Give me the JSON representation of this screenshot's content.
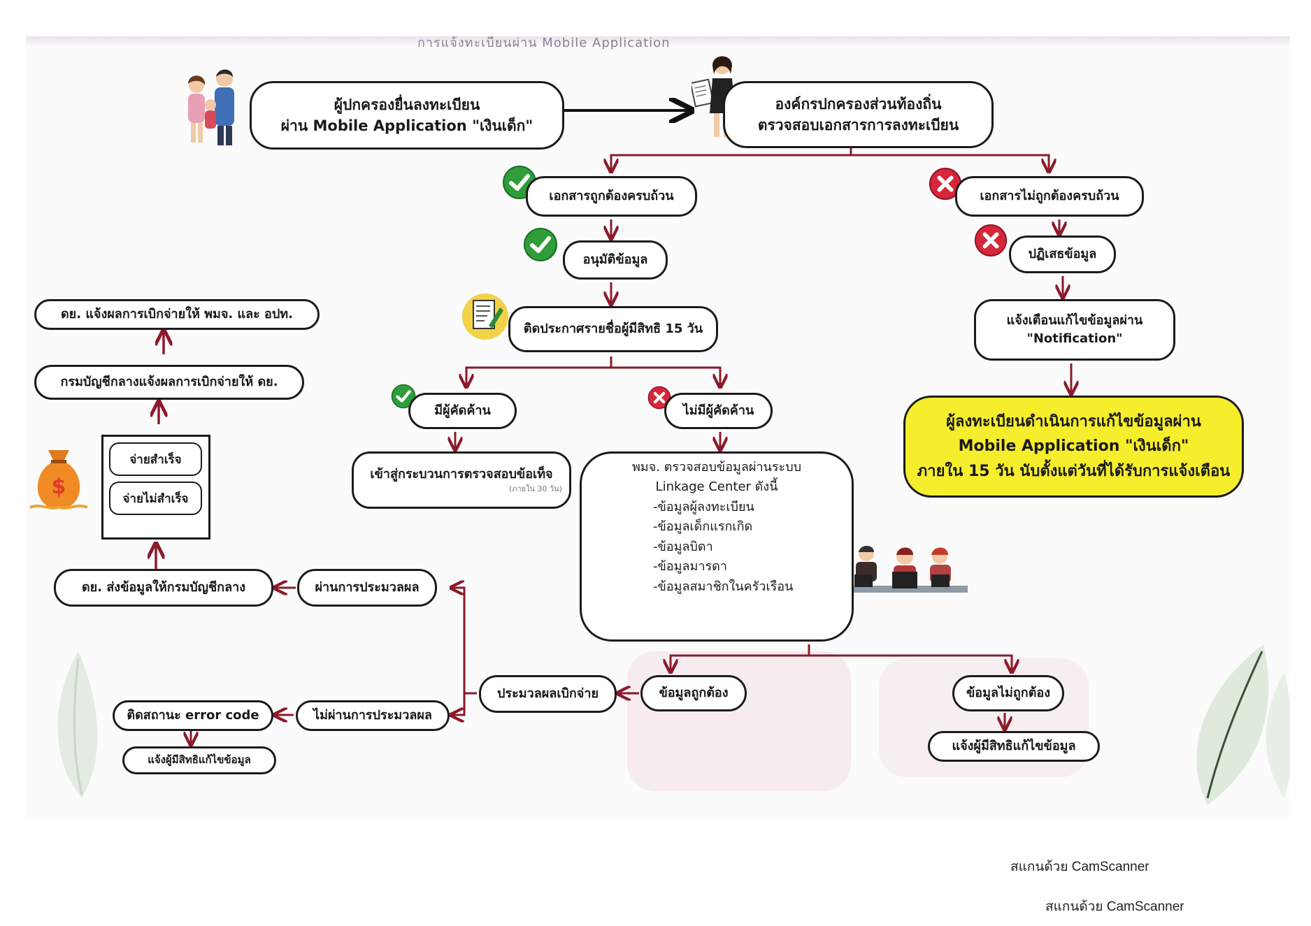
{
  "header_fragment": "การแจ้งทะเบียนผ่าน Mobile Application",
  "nodes": {
    "parent_register": [
      "ผู้ปกครองยื่นลงทะเบียน",
      "ผ่าน Mobile Application \"เงินเด็ก\""
    ],
    "local_admin_check": [
      "องค์กรปกครองส่วนท้องถิ่น",
      "ตรวจสอบเอกสารการลงทะเบียน"
    ],
    "docs_correct": "เอกสารถูกต้องครบถ้วน",
    "docs_incorrect": "เอกสารไม่ถูกต้องครบถ้วน",
    "approve": "อนุมัติข้อมูล",
    "reject": "ปฏิเสธข้อมูล",
    "announce": "ติดประกาศรายชื่อผู้มีสิทธิ 15 วัน",
    "notify_fix": [
      "แจ้งเตือนแก้ไขข้อมูลผ่าน",
      "\"Notification\""
    ],
    "registrant_fix": [
      "ผู้ลงทะเบียนดำเนินการแก้ไขข้อมูลผ่าน",
      "Mobile Application \"เงินเด็ก\"",
      "ภายใน 15 วัน นับตั้งแต่วันที่ได้รับการแจ้งเตือน"
    ],
    "has_objection": "มีผู้คัดค้าน",
    "no_objection": "ไม่มีผู้คัดค้าน",
    "fact_check": "เข้าสู่กระบวนการตรวจสอบข้อเท็จ",
    "fact_check_note": "(ภายใน 30 วัน)",
    "msdhs_check": [
      "พมจ. ตรวจสอบข้อมูลผ่านระบบ",
      "Linkage Center ดังนี้",
      "-ข้อมูลผู้ลงทะเบียน",
      "-ข้อมูลเด็กแรกเกิด",
      "-ข้อมูลบิดา",
      "-ข้อมูลมารดา",
      "-ข้อมูลสมาชิกในครัวเรือน"
    ],
    "data_correct": "ข้อมูลถูกต้อง",
    "data_incorrect": "ข้อมูลไม่ถูกต้อง",
    "notify_eligible_fix": "แจ้งผู้มีสิทธิแก้ไขข้อมูล",
    "process_payment": "ประมวลผลเบิกจ่าย",
    "process_pass": "ผ่านการประมวลผล",
    "process_fail": "ไม่ผ่านการประมวลผล",
    "error_code": "ติดสถานะ error code",
    "notify_eligible_fix_2": "แจ้งผู้มีสิทธิแก้ไขข้อมูล",
    "dcy_send": "ดย. ส่งข้อมูลให้กรมบัญชีกลาง",
    "pay_success": "จ่ายสำเร็จ",
    "pay_fail": "จ่ายไม่สำเร็จ",
    "cgd_notify": "กรมบัญชีกลางแจ้งผลการเบิกจ่ายให้ ดย.",
    "dcy_notify": "ดย. แจ้งผลการเบิกจ่ายให้ พมจ. และ อปท."
  },
  "icons": {
    "check": "check-circle-icon",
    "cross": "cross-circle-icon",
    "money": "money-bag-icon",
    "doc": "document-edit-icon",
    "family": "family-icon",
    "officer": "officer-icon",
    "staff": "staff-desk-icon"
  },
  "colors": {
    "connector": "#8b1a2b",
    "check_green": "#2e9d3a",
    "cross_red": "#d6283a",
    "highlight_yellow": "#f6ee2c",
    "money_orange": "#f08a24"
  },
  "footer": [
    "สแกนด้วย CamScanner",
    "สแกนด้วย CamScanner"
  ]
}
